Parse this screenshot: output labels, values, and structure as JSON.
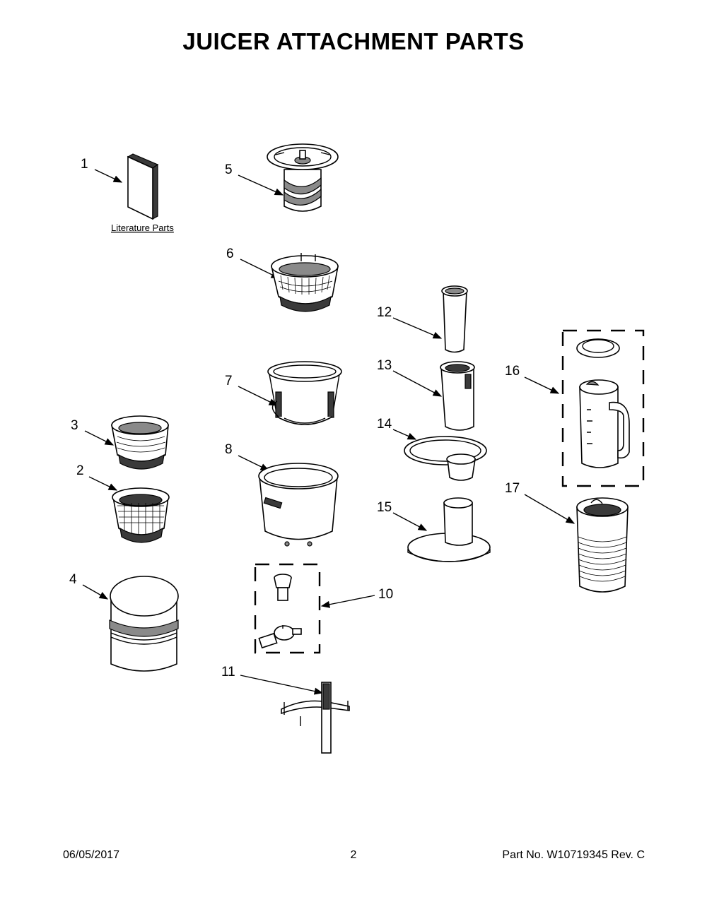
{
  "title": "JUICER ATTACHMENT PARTS",
  "literature_link": "Literature Parts",
  "callouts": [
    "1",
    "2",
    "3",
    "4",
    "5",
    "6",
    "7",
    "8",
    "10",
    "11",
    "12",
    "13",
    "14",
    "15",
    "16",
    "17"
  ],
  "footer": {
    "date": "06/05/2017",
    "page": "2",
    "part_no": "Part No.  W10719345  Rev.  C"
  }
}
